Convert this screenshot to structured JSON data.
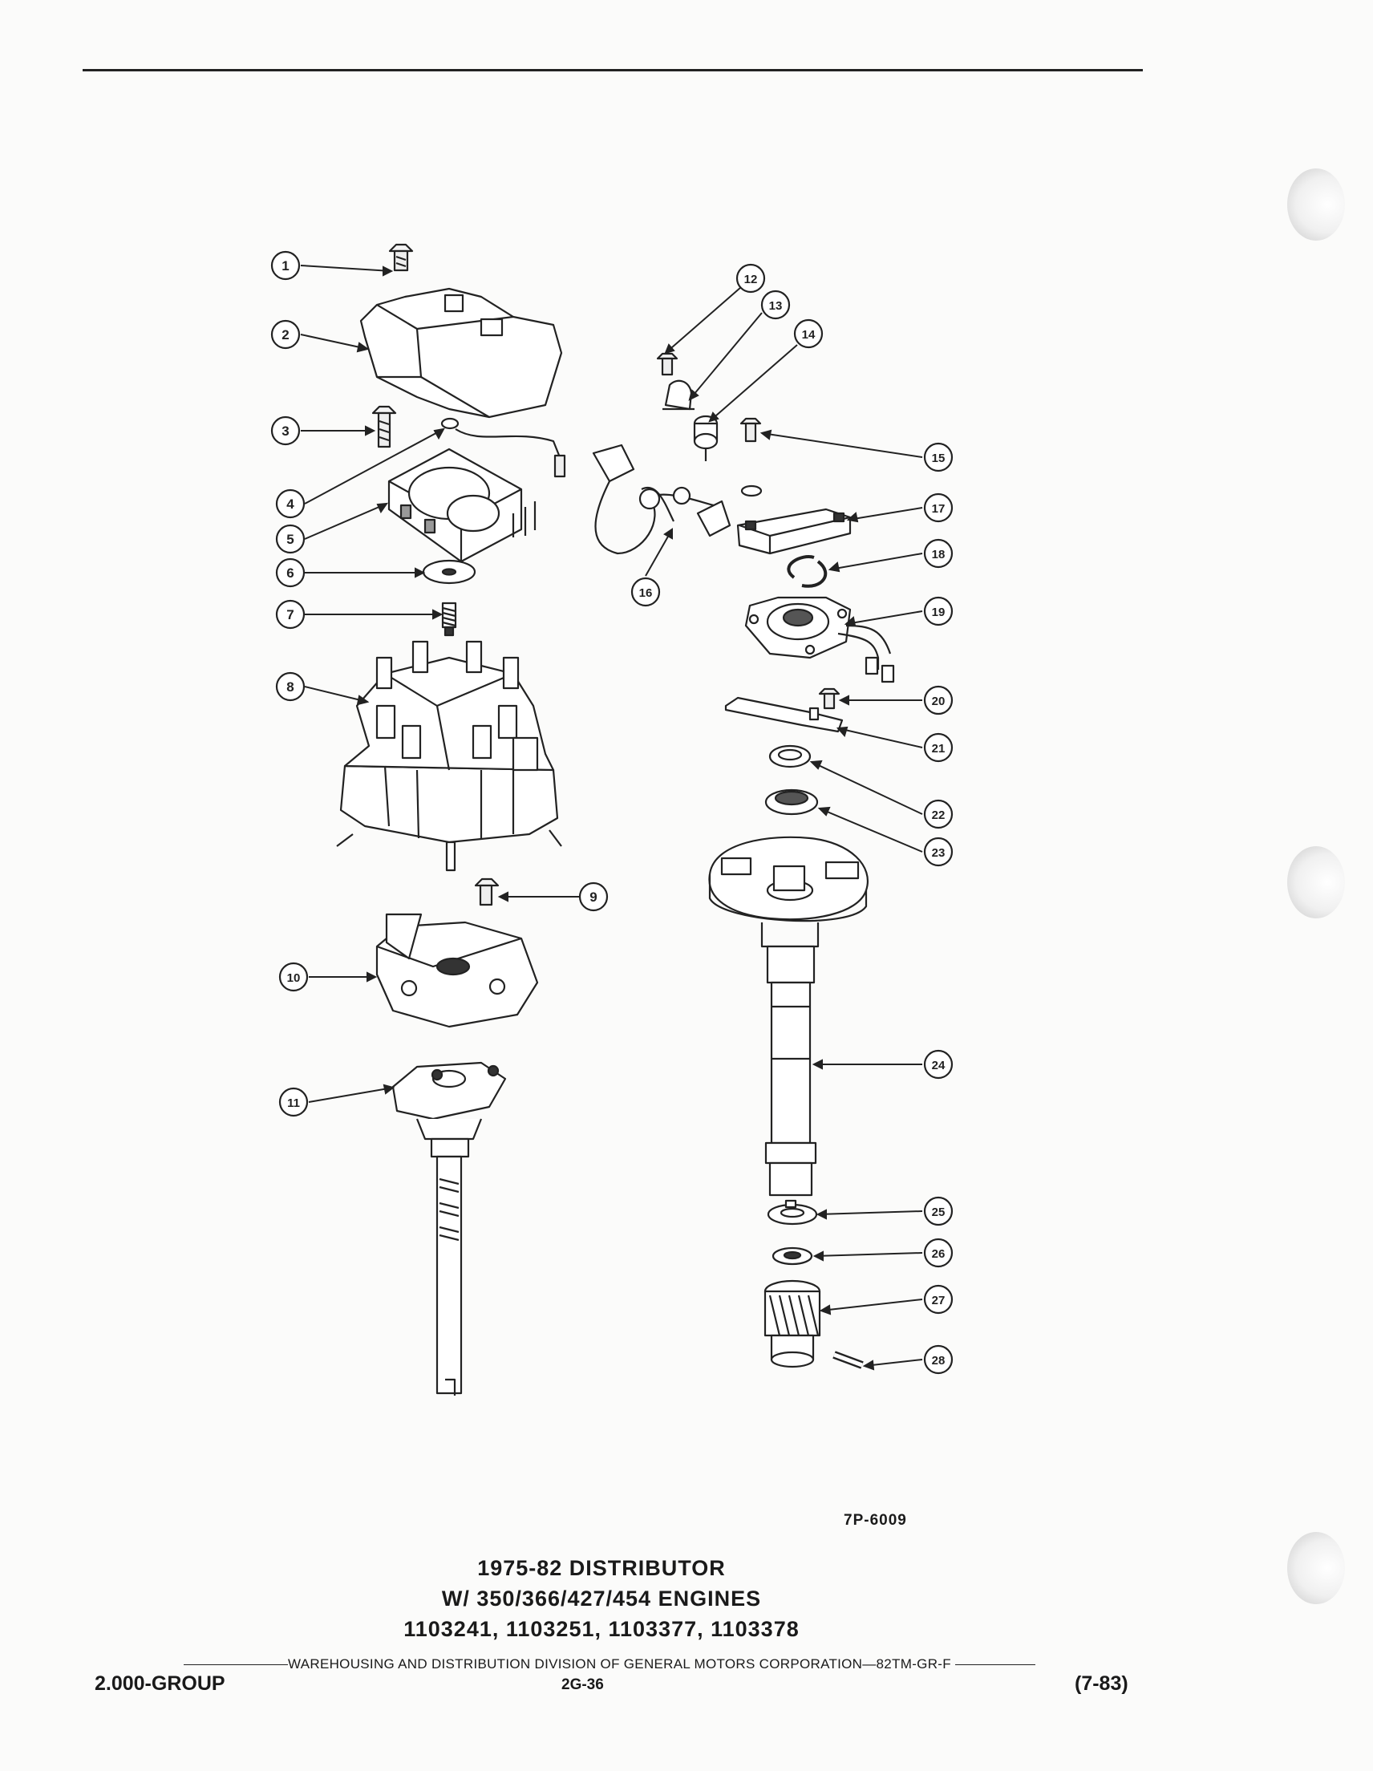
{
  "figure_id": "7P-6009",
  "caption": {
    "line1": "1975-82 DISTRIBUTOR",
    "line2": "W/ 350/366/427/454 ENGINES",
    "line3": "1103241, 1103251, 1103377, 1103378"
  },
  "footer": {
    "division": "WAREHOUSING AND DISTRIBUTION  DIVISION OF GENERAL MOTORS CORPORATION—82TM-GR-F",
    "group": "2.000-GROUP",
    "page": "2G-36",
    "revision": "(7-83)"
  },
  "callouts": [
    "1",
    "2",
    "3",
    "4",
    "5",
    "6",
    "7",
    "8",
    "9",
    "10",
    "11",
    "12",
    "13",
    "14",
    "15",
    "16",
    "17",
    "18",
    "19",
    "20",
    "21",
    "22",
    "23",
    "24",
    "25",
    "26",
    "27",
    "28"
  ]
}
